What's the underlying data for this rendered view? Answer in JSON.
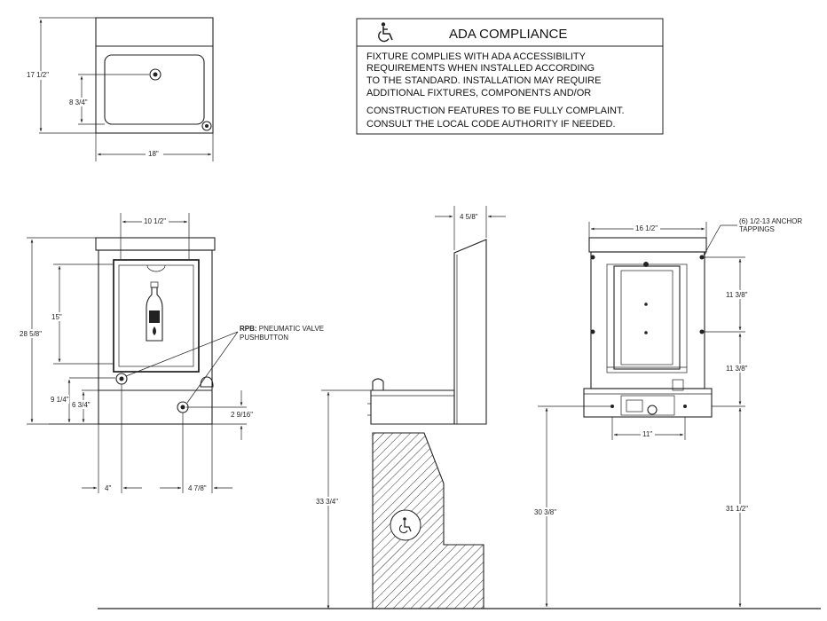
{
  "ada_box": {
    "icon": "wheelchair-icon",
    "title": "ADA COMPLIANCE",
    "lines": [
      "FIXTURE COMPLIES WITH ADA ACCESSIBILITY",
      "REQUIREMENTS WHEN INSTALLED ACCORDING",
      "TO THE STANDARD. INSTALLATION MAY REQUIRE",
      "ADDITIONAL FIXTURES, COMPONENTS AND/OR",
      "CONSTRUCTION FEATURES TO BE FULLY COMPLAINT.",
      "CONSULT THE LOCAL CODE AUTHORITY IF NEEDED."
    ]
  },
  "top_view": {
    "depth": "17 1/2\"",
    "drain_offset": "8 3/4\"",
    "width": "18\""
  },
  "front_view": {
    "filler_width": "10 1/2\"",
    "overall_height": "28 5/8\"",
    "filler_height": "15\"",
    "lower_1": "9 1/4\"",
    "lower_2": "6 3/4\"",
    "right_small": "2 9/16\"",
    "bottom_left": "4\"",
    "bottom_right": "4 7/8\"",
    "callout_bold": "RPB:",
    "callout_line1": " PNEUMATIC VALVE",
    "callout_line2": "PUSHBUTTON"
  },
  "side_view": {
    "projection": "4 5/8\"",
    "rim_height": "33 3/4\""
  },
  "rear_view": {
    "width": "16 1/2\"",
    "callout_line1": "(6) 1/2-13 ANCHOR",
    "callout_line2": "TAPPINGS",
    "upper": "11 3/8\"",
    "middle": "11 3/8\"",
    "bottom_width": "11\"",
    "left_height": "30 3/8\"",
    "right_height": "31 1/2\""
  }
}
